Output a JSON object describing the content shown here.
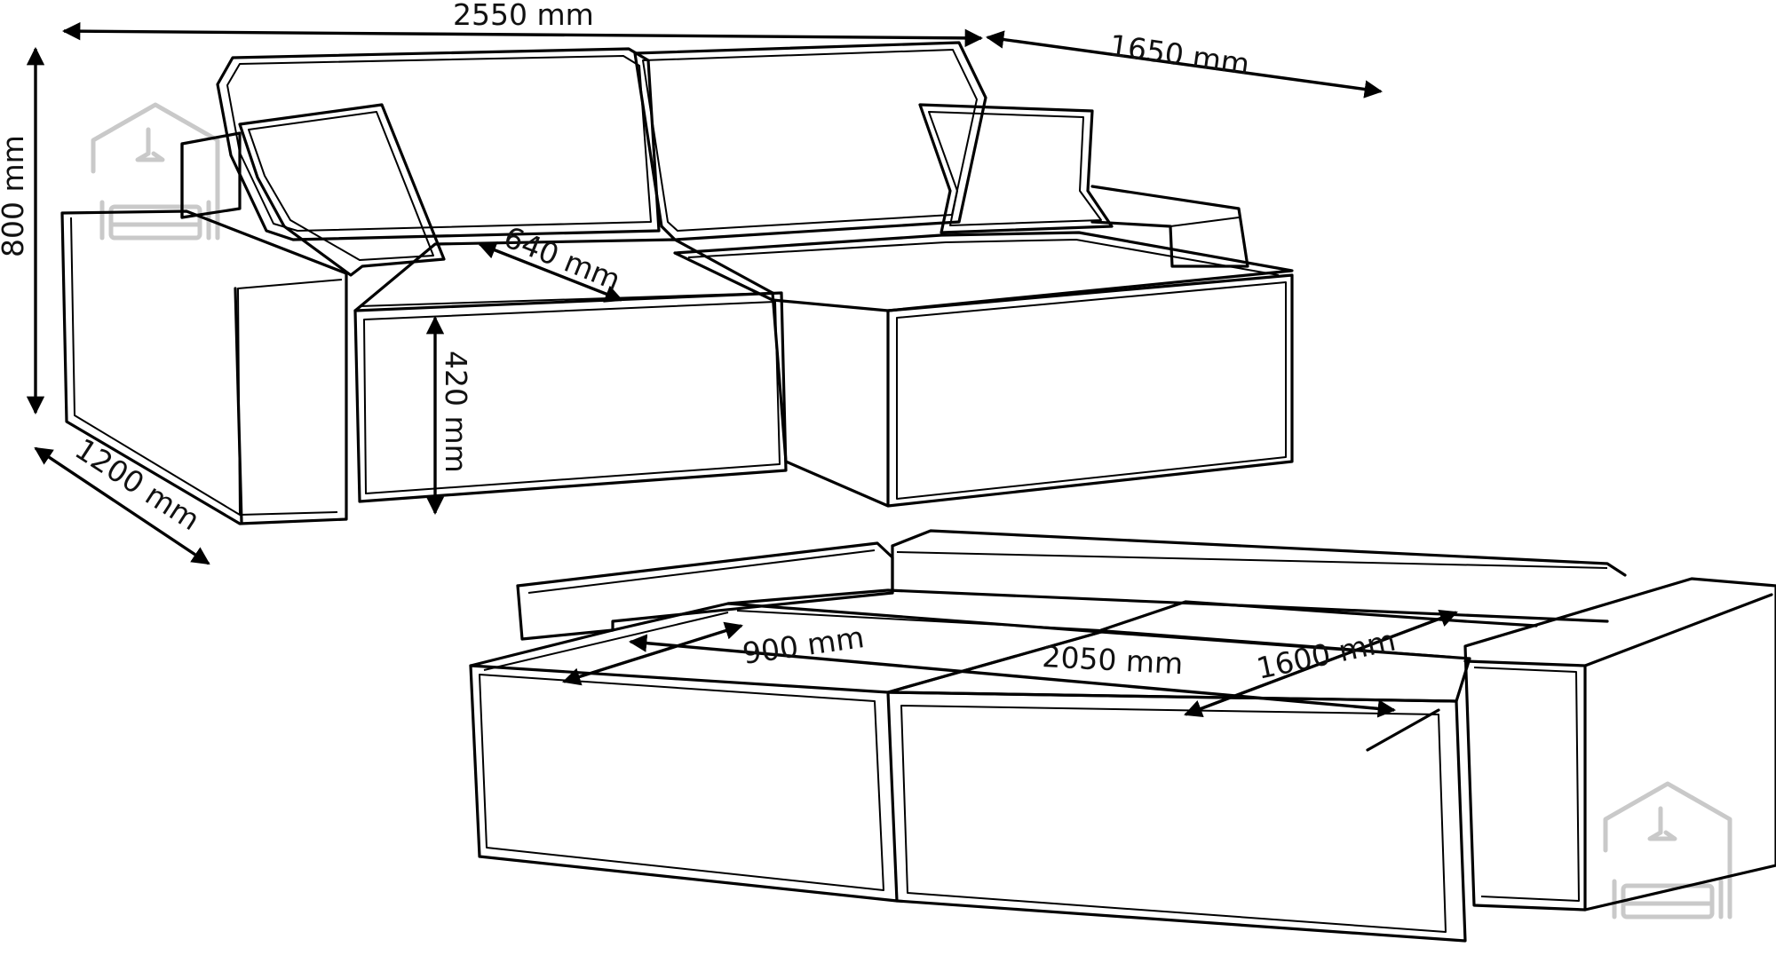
{
  "dimensions": {
    "total_width": "2550 mm",
    "chaise_length": "1650 mm",
    "height": "800 mm",
    "depth": "1200 mm",
    "seat_depth": "640 mm",
    "seat_height": "420 mm",
    "bed_chaise_width": "900 mm",
    "bed_length": "2050 mm",
    "bed_width": "1600 mm"
  },
  "icons": {
    "top_logo": "house-sofa-logo-icon",
    "bottom_logo": "house-sofa-logo-icon"
  },
  "colors": {
    "line": "#000000",
    "logo": "#c9c9c9",
    "background": "#ffffff"
  }
}
